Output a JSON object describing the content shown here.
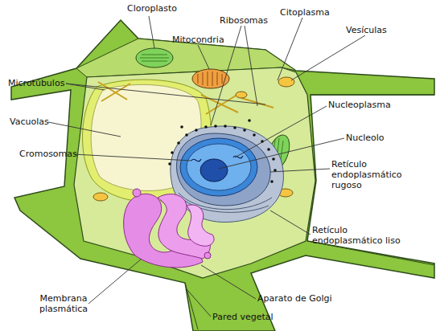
{
  "diagram": {
    "labels": [
      "Cloroplasto",
      "Citoplasma",
      "Ribosomas",
      "Vesículas",
      "Mitocondria",
      "Microtúbulos",
      "Nucleoplasma",
      "Vacuolas",
      "Nucleolo",
      "Cromosomas",
      "Retículo endoplasmático rugoso",
      "Retículo endoplasmático liso",
      "Membrana plasmática",
      "Aparato de Golgi",
      "Pared vegetal"
    ]
  }
}
